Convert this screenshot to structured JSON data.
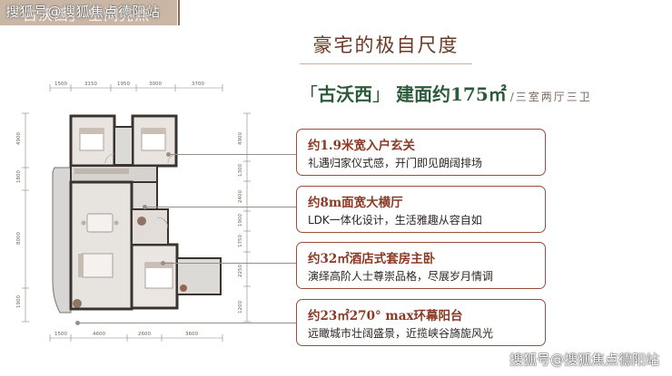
{
  "banner": {
    "text": "「古沃西」· 空间亮点"
  },
  "watermark": {
    "top": "搜狐号@搜狐焦点德阳站",
    "bottom": "搜狐号@搜狐焦点德阳站"
  },
  "title": "豪宅的极自尺度",
  "subtitle": {
    "lbracket": "「",
    "name": "古沃西",
    "rbracket": "」",
    "area": "建面约175㎡",
    "layout": "/三室两厅三卫"
  },
  "features": [
    {
      "title": "约1.9米宽入户玄关",
      "desc": "礼遇归家仪式感，开门即见朗阔排场"
    },
    {
      "title": "约8m面宽大横厅",
      "desc": "LDK一体化设计，生活雅趣从容自如"
    },
    {
      "title": "约32㎡酒店式套房主卧",
      "desc": "演绎高阶人士尊崇品格，尽展岁月情调"
    },
    {
      "title": "约23㎡270° max环幕阳台",
      "desc": "远瞰城市壮阔盛景，近揽峡谷旖旎风光"
    }
  ],
  "plan": {
    "top_dims": [
      "1500",
      "3150",
      "1950",
      "3000",
      "3700"
    ],
    "bottom_dims": [
      "1500",
      "4600",
      "2600",
      "3600"
    ],
    "left_dims": [
      "4900",
      "1800",
      "8000",
      "1900"
    ],
    "right_dims": [
      "4900",
      "1300",
      "2400",
      "1900",
      "1750",
      "2250",
      "1200"
    ]
  },
  "colors": {
    "accent": "#8a3a24",
    "green": "#2e5a3c",
    "card_border": "#9b4e38",
    "banner": "#c9b6a4"
  }
}
